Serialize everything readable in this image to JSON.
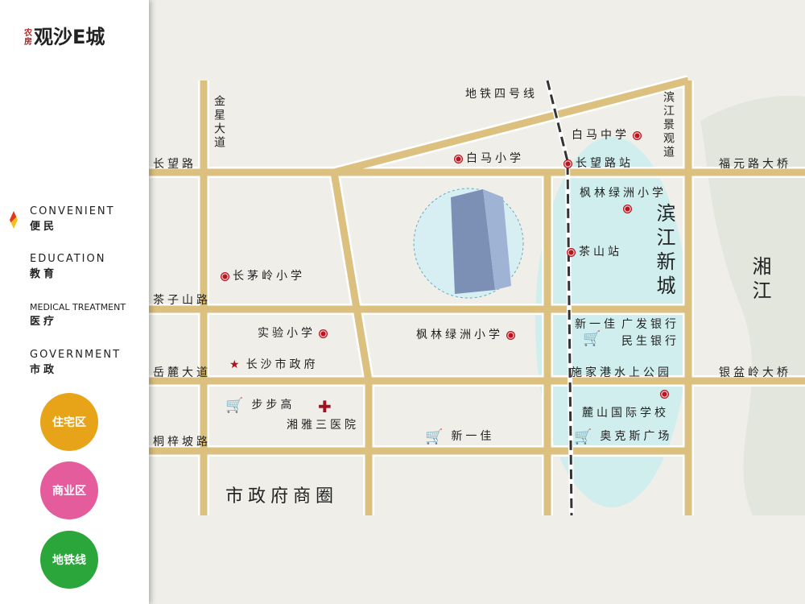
{
  "logo": {
    "prefix": "农房",
    "name": "观沙E城"
  },
  "sidebar": {
    "categories": [
      {
        "en": "CONVENIENT",
        "zh": "便民"
      },
      {
        "en": "EDUCATION",
        "zh": "教育"
      },
      {
        "en": "MEDICAL TREATMENT",
        "zh": "医疗"
      },
      {
        "en": "GOVERNMENT",
        "zh": "市政"
      }
    ],
    "zones": [
      {
        "label": "住宅区",
        "color": "#e8a418"
      },
      {
        "label": "商业区",
        "color": "#e45c9c"
      },
      {
        "label": "地铁线",
        "color": "#2aa63a"
      }
    ]
  },
  "roads": {
    "changwang": "长望路",
    "chazishan": "茶子山路",
    "yuelu": "岳麓大道",
    "tongzipo": "桐梓坡路",
    "jinxing": "金星大道",
    "binjiang": "滨江景观道",
    "fuyuan": "福元路大桥",
    "yinpenling": "银盆岭大桥"
  },
  "metro": {
    "line": "地铁四号线",
    "stations": [
      "长望路站",
      "茶山站"
    ]
  },
  "places": {
    "baima_middle": "白马中学",
    "baima_primary": "白马小学",
    "fenglin1": "枫林绿洲小学",
    "fenglin2": "枫林绿洲小学",
    "changmaoling": "长茅岭小学",
    "shiyan": "实验小学",
    "gov": "长沙市政府",
    "bubugao": "步步高",
    "xiangya": "湘雅三医院",
    "xinyijia1": "新一佳",
    "xinyijia2": "新一佳",
    "guangfa": "广发银行",
    "minsheng": "民生银行",
    "shijiagang": "施家港水上公园",
    "lushan": "麓山国际学校",
    "aokesi": "奥克斯广场",
    "binjiang_city": "滨江新城",
    "xiangjiang": "湘江",
    "district": "市政府商圈"
  }
}
